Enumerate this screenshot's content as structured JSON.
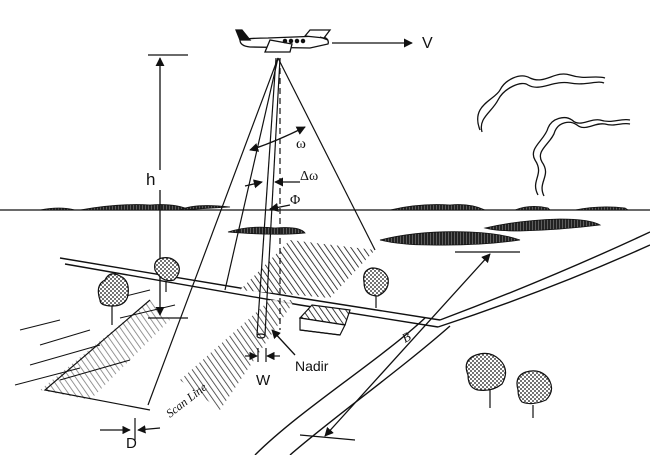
{
  "labels": {
    "velocity": "V",
    "height": "h",
    "scan_angle": "ω",
    "ifov_angle": "Δω",
    "look_angle": "Φ",
    "cell_width": "W",
    "nadir": "Nadir",
    "scan_line": "Scan Line",
    "offset": "D",
    "swath": "B"
  },
  "colors": {
    "ink": "#111111",
    "background": "#ffffff"
  }
}
